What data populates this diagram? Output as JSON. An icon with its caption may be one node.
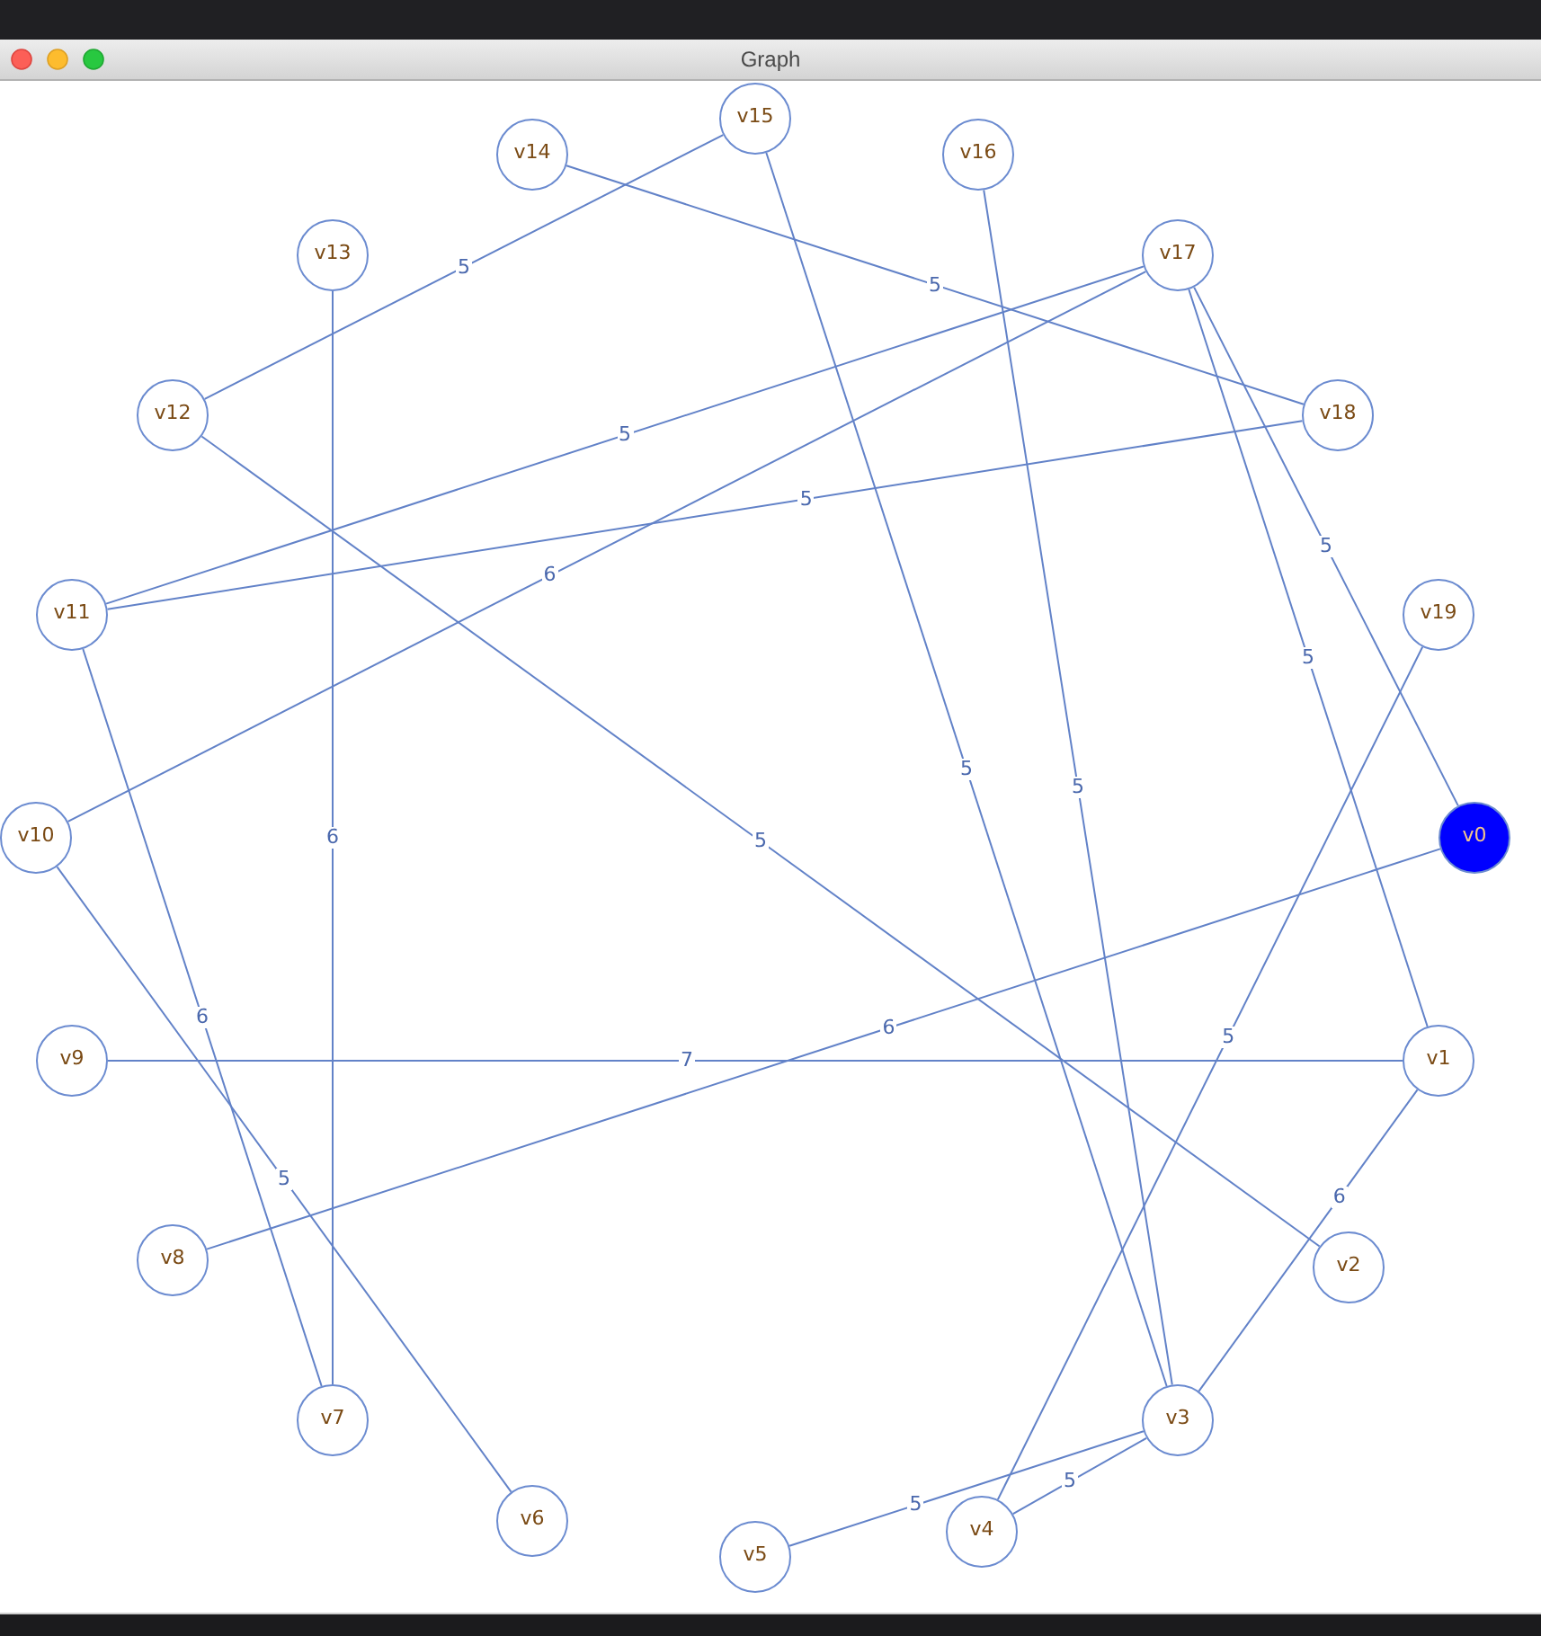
{
  "diagram": {
    "title": "Graph",
    "nodes": [
      {
        "text": [
          "v0"
        ]
      },
      {
        "text": [
          "v1"
        ]
      },
      {
        "text": [
          "v2"
        ]
      },
      {
        "text": [
          "v3"
        ]
      },
      {
        "text": [
          "v4"
        ]
      },
      {
        "text": [
          "v5"
        ]
      },
      {
        "text": [
          "v6"
        ]
      },
      {
        "text": [
          "v7"
        ]
      },
      {
        "text": [
          "v8"
        ]
      },
      {
        "text": [
          "v9"
        ]
      },
      {
        "text": [
          "v10"
        ]
      },
      {
        "text": [
          "v11"
        ]
      },
      {
        "text": [
          "v12"
        ]
      },
      {
        "text": [
          "v13"
        ]
      },
      {
        "text": [
          "v14"
        ]
      },
      {
        "text": [
          "v15"
        ]
      },
      {
        "text": [
          "v16"
        ]
      },
      {
        "text": [
          "v17"
        ]
      },
      {
        "text": [
          "v18"
        ]
      },
      {
        "text": [
          "v19"
        ]
      }
    ],
    "edges": [
      {
        "from": 15,
        "to": 12,
        "arrow": "none",
        "label": "5"
      },
      {
        "from": 14,
        "to": 18,
        "arrow": "none",
        "label": "5"
      },
      {
        "from": 17,
        "to": 11,
        "arrow": "none",
        "label": "5"
      },
      {
        "from": 17,
        "to": 10,
        "arrow": "none",
        "label": "6"
      },
      {
        "from": 18,
        "to": 11,
        "arrow": "none",
        "label": "5"
      },
      {
        "from": 13,
        "to": 7,
        "arrow": "none",
        "label": "6"
      },
      {
        "from": 12,
        "to": 2,
        "arrow": "none",
        "label": "5"
      },
      {
        "from": 15,
        "to": 3,
        "arrow": "none",
        "label": "5"
      },
      {
        "from": 16,
        "to": 3,
        "arrow": "none",
        "label": "5"
      },
      {
        "from": 17,
        "to": 1,
        "arrow": "none",
        "label": "5"
      },
      {
        "from": 17,
        "to": 0,
        "arrow": "none",
        "label": "5"
      },
      {
        "from": 19,
        "to": 4,
        "arrow": "none",
        "label": "5"
      },
      {
        "from": 0,
        "to": 8,
        "arrow": "none",
        "label": "6"
      },
      {
        "from": 9,
        "to": 1,
        "arrow": "none",
        "label": "7"
      },
      {
        "from": 11,
        "to": 7,
        "arrow": "none",
        "label": "6"
      },
      {
        "from": 10,
        "to": 6,
        "arrow": "none",
        "label": "5"
      },
      {
        "from": 1,
        "to": 3,
        "arrow": "none",
        "label": "6"
      },
      {
        "from": 3,
        "to": 5,
        "arrow": "none",
        "label": "5"
      },
      {
        "from": 3,
        "to": 4,
        "arrow": "none",
        "label": "5"
      }
    ]
  }
}
